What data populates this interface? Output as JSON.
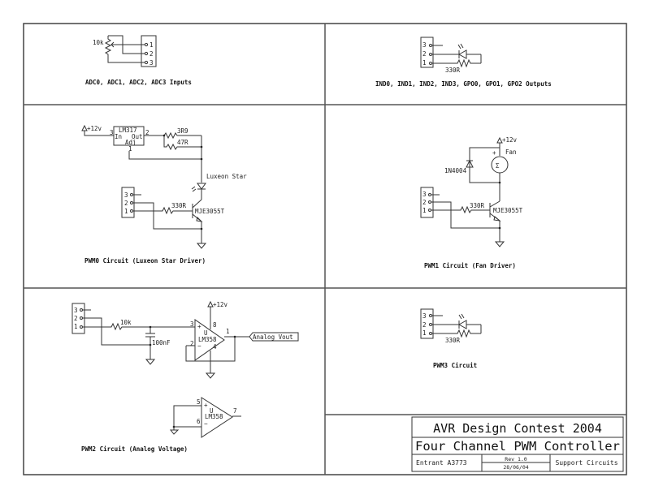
{
  "schematic": {
    "panels": {
      "adc": {
        "caption": "ADC0, ADC1, ADC2, ADC3 Inputs",
        "pot_value": "10k",
        "pins": [
          "1",
          "2",
          "3"
        ]
      },
      "outputs": {
        "caption": "IND0, IND1, IND2, IND3, GPO0, GPO1, GPO2 Outputs",
        "resistor": "330R",
        "pins": [
          "3",
          "2",
          "1"
        ]
      },
      "pwm0": {
        "caption": "PWM0 Circuit (Luxeon Star Driver)",
        "supply": "+12v",
        "regulator": "LM317",
        "reg_in": "In",
        "reg_out": "Out",
        "reg_adj": "Adj",
        "reg_pin_in": "3",
        "reg_pin_out": "2",
        "reg_pin_adj": "1",
        "r1": "3R9",
        "r2": "47R",
        "led": "Luxeon Star",
        "base_resistor": "330R",
        "transistor": "MJE3055T",
        "pins": [
          "3",
          "2",
          "1"
        ]
      },
      "pwm1": {
        "caption": "PWM1 Circuit (Fan Driver)",
        "supply": "+12v",
        "fan": "Fan",
        "fan_plus": "+",
        "fan_symbol": "Σ",
        "diode": "1N4004",
        "base_resistor": "330R",
        "transistor": "MJE3055T",
        "pins": [
          "3",
          "2",
          "1"
        ]
      },
      "pwm2": {
        "caption": "PWM2 Circuit (Analog Voltage)",
        "supply": "+12v",
        "resistor": "10k",
        "capacitor": "100nF",
        "opamp": "LM358",
        "opamp_ref": "U",
        "plus": "+",
        "minus": "−",
        "pin_3": "3",
        "pin_2": "2",
        "pin_8": "8",
        "pin_4": "4",
        "pin_1": "1",
        "pin_5": "5",
        "pin_6": "6",
        "pin_7": "7",
        "output_label": "Analog Vout",
        "pins": [
          "3",
          "2",
          "1"
        ]
      },
      "pwm3": {
        "caption": "PWM3 Circuit",
        "resistor": "330R",
        "pins": [
          "3",
          "2",
          "1"
        ]
      }
    },
    "title_block": {
      "contest": "AVR Design Contest 2004",
      "project": "Four Channel PWM Controller",
      "entrant": "Entrant A3773",
      "revision": "Rev 1.0",
      "date": "28/06/04",
      "sheet": "Support Circuits"
    }
  }
}
